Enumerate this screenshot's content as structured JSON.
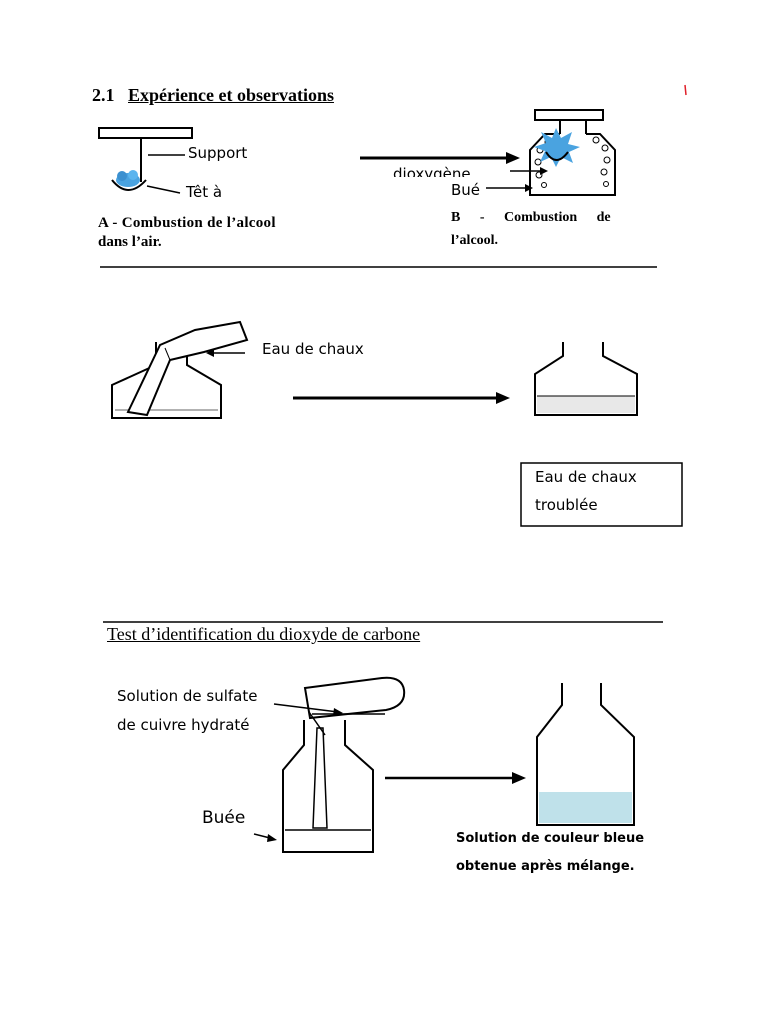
{
  "section1": {
    "number": "2.1",
    "title": "Expérience et observations",
    "support_label": "Support",
    "tet_label": "Têt à",
    "dioxygene_label": "dioxygène",
    "bue_label": "Bué",
    "caption_a_line1": "A - Combustion de l’alcool",
    "caption_a_line2": "dans l’air.",
    "caption_b_line1": "B - Combustion de",
    "caption_b_line2": "l’alcool."
  },
  "section2": {
    "eau_de_chaux_label": "Eau de chaux",
    "result_box_line1": "Eau de chaux",
    "result_box_line2": "troublée"
  },
  "section3": {
    "title": "Test d’identification du dioxyde de carbone",
    "sulfate_label_line1": "Solution de sulfate",
    "sulfate_label_line2": "de cuivre hydraté",
    "buee_label": "Buée",
    "result_line1": "Solution de couleur bleue",
    "result_line2": "obtenue après mélange."
  },
  "colors": {
    "flame_blue": "#4aa3e0",
    "solution_blue": "#bfe1ea",
    "stray_mark_red": "#e0202a"
  }
}
